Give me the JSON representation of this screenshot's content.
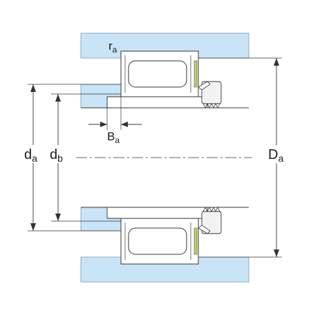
{
  "labels": {
    "ra": {
      "main": "r",
      "sub": "a"
    },
    "Ba": {
      "main": "B",
      "sub": "a"
    },
    "da": {
      "main": "d",
      "sub": "a"
    },
    "db": {
      "main": "d",
      "sub": "b"
    },
    "Da": {
      "main": "D",
      "sub": "a"
    }
  },
  "colors": {
    "housing": "#c9e4f6",
    "line": "#333333",
    "background": "#ffffff",
    "bearing_fill": "#ffffff",
    "nut_fill": "#f2f2f2"
  }
}
